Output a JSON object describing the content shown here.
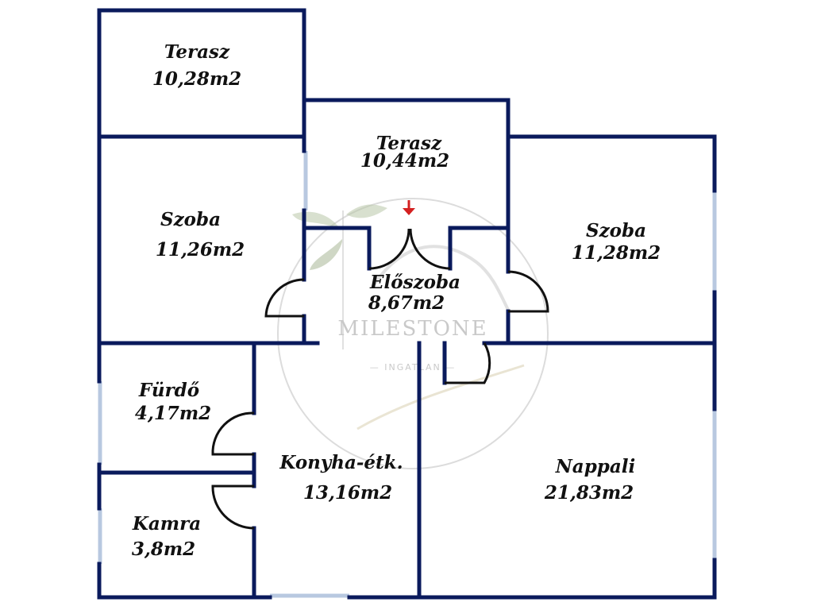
{
  "rooms": [
    {
      "id": "terasz-1",
      "name": "Terasz",
      "area": "10,28m2"
    },
    {
      "id": "terasz-2",
      "name": "Terasz",
      "area": "10,44m2"
    },
    {
      "id": "szoba-1",
      "name": "Szoba",
      "area": "11,26m2"
    },
    {
      "id": "szoba-2",
      "name": "Szoba",
      "area": "11,28m2"
    },
    {
      "id": "eloszoba",
      "name": "Előszoba",
      "area": "8,67m2"
    },
    {
      "id": "furdo",
      "name": "Fürdő",
      "area": "4,17m2"
    },
    {
      "id": "konyha",
      "name": "Konyha-étk.",
      "area": "13,16m2"
    },
    {
      "id": "nappali",
      "name": "Nappali",
      "area": "21,83m2"
    },
    {
      "id": "kamra",
      "name": "Kamra",
      "area": "3,8m2"
    }
  ],
  "watermark": {
    "brand": "MILESTONE",
    "sub": "— INGATLAN —"
  },
  "colors": {
    "wall": "#0a1a5c",
    "window": "#b8c8e0",
    "entrance_arrow": "#d42020",
    "watermark": "#c9c9c9"
  }
}
